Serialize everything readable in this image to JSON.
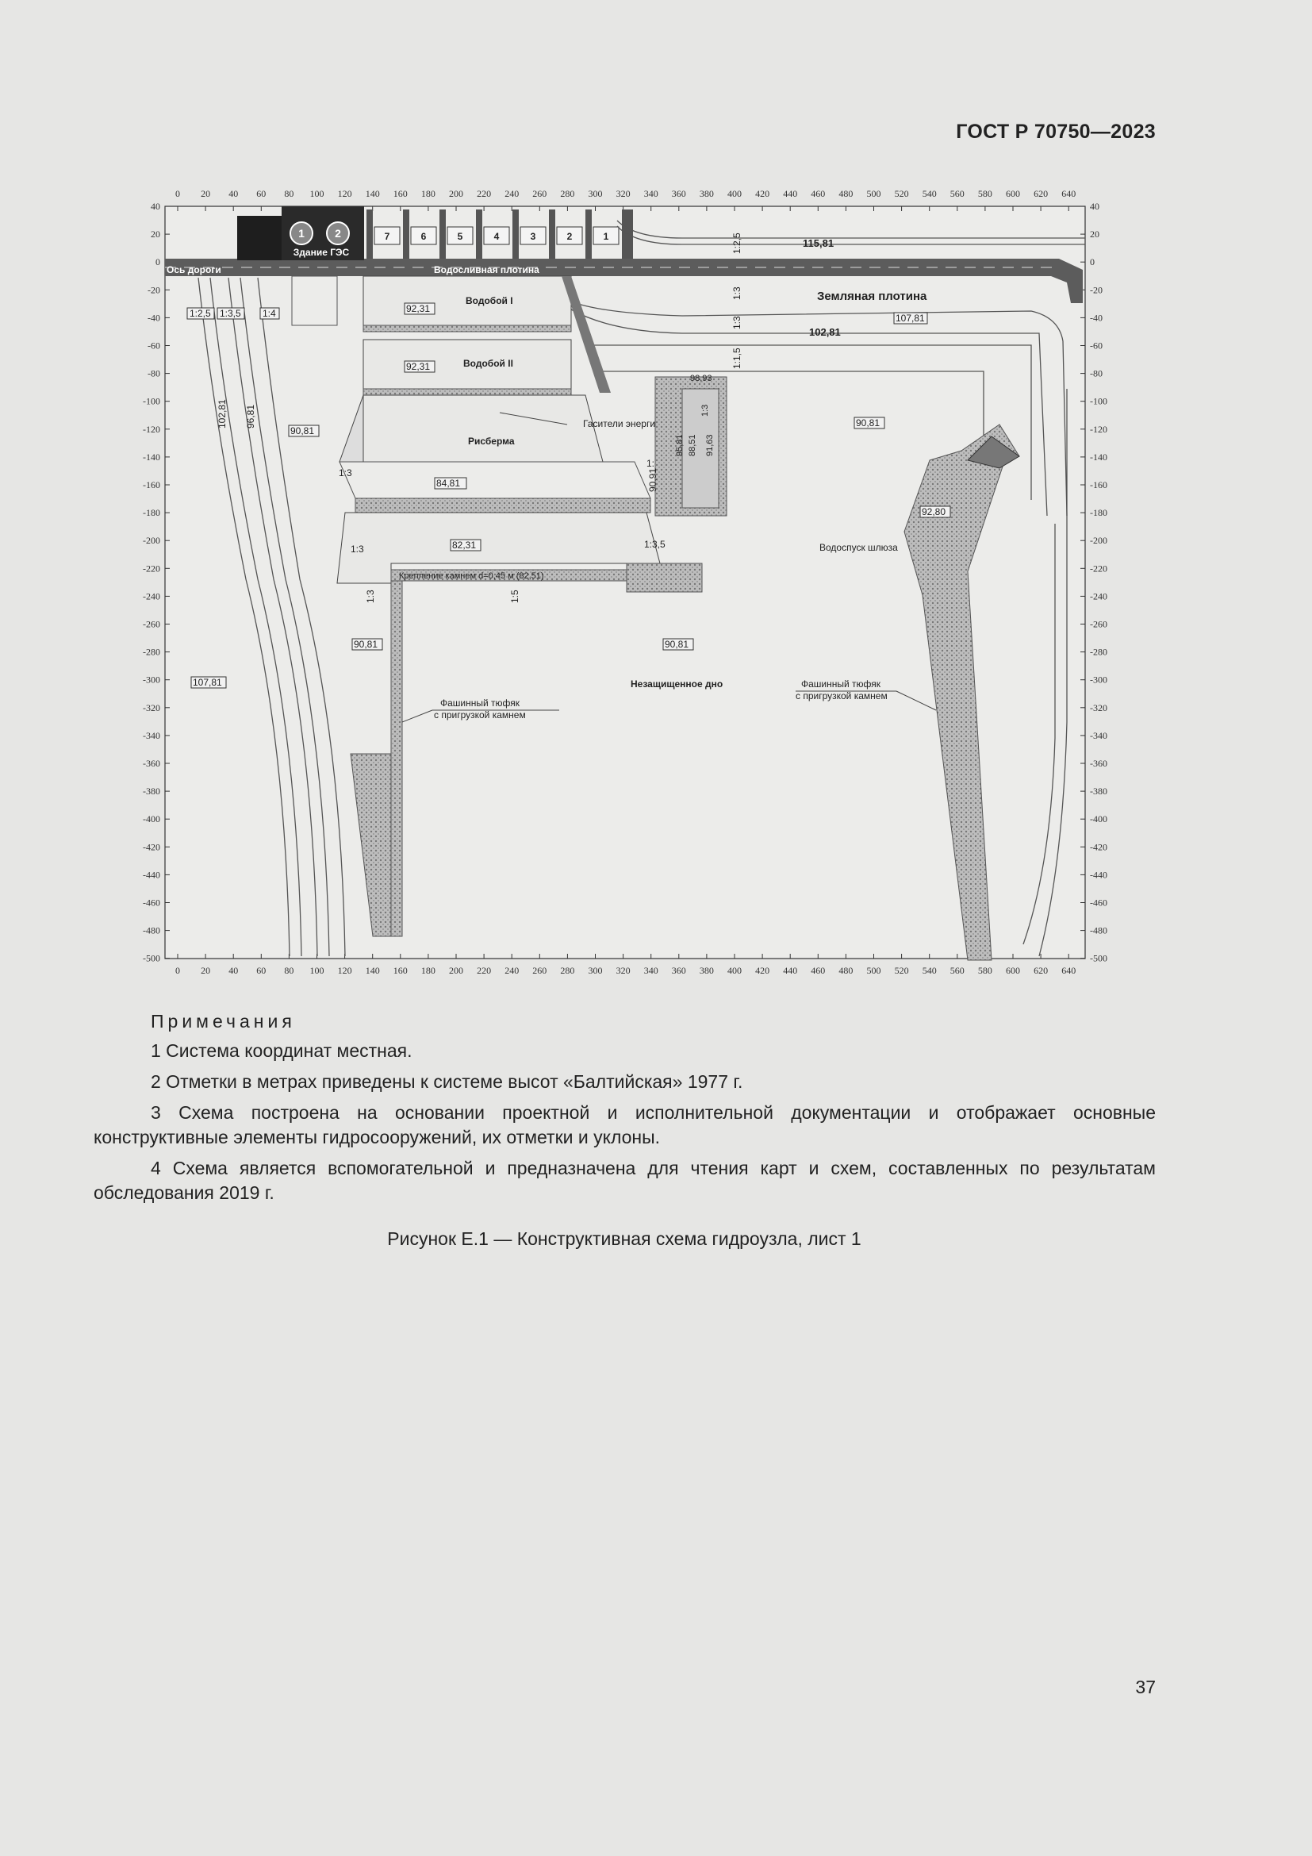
{
  "header": {
    "doc_id": "ГОСТ Р 70750—2023"
  },
  "diagram": {
    "x_ticks": [
      "0",
      "20",
      "40",
      "60",
      "80",
      "100",
      "120",
      "140",
      "160",
      "180",
      "200",
      "220",
      "240",
      "260",
      "280",
      "300",
      "320",
      "340",
      "360",
      "380",
      "400",
      "420",
      "440",
      "460",
      "480",
      "500",
      "520",
      "540",
      "560",
      "580",
      "600",
      "620",
      "640"
    ],
    "y_ticks": [
      "40",
      "20",
      "0",
      "-20",
      "-40",
      "-60",
      "-80",
      "-100",
      "-120",
      "-140",
      "-160",
      "-180",
      "-200",
      "-220",
      "-240",
      "-260",
      "-280",
      "-300",
      "-320",
      "-340",
      "-360",
      "-380",
      "-400",
      "-420",
      "-440",
      "-460",
      "-480",
      "-500"
    ],
    "units": [
      "1",
      "2"
    ],
    "spillway_bays": [
      "7",
      "6",
      "5",
      "4",
      "3",
      "2",
      "1"
    ],
    "labels": {
      "building": "Здание ГЭС",
      "road_axis": "Ось дороги",
      "spillway_dam": "Водосливная плотина",
      "earth_dam": "Земляная плотина",
      "stilling_basin_1": "Водобой I",
      "stilling_basin_2": "Водобой II",
      "energy_dissipators": "Гасители энергии",
      "apron": "Рисберма",
      "stone_lining": "Крепление камнем d=0,45 м (82,51)",
      "unprotected_bottom": "Незащищенное дно",
      "fascine_left_1": "Фашинный тюфяк",
      "fascine_left_2": "с пригрузкой камнем",
      "fascine_right_1": "Фашинный тюфяк",
      "fascine_right_2": "с пригрузкой камнем",
      "lock_outlet": "Водоспуск шлюза"
    },
    "elevations": {
      "e115_81": "115,81",
      "e107_81_top": "107,81",
      "e102_81_right": "102,81",
      "e92_31_a": "92,31",
      "e92_31_b": "92,31",
      "e90_81_left": "90,81",
      "e90_81_right": "90,81",
      "e84_81": "84,81",
      "e82_31": "82,31",
      "e90_81_bottom_left": "90,81",
      "e90_81_bottom_mid": "90,81",
      "e107_81_left": "107,81",
      "e92_80": "92,80",
      "e102_81_left": "102,81",
      "e96_81": "96,81",
      "e98_93": "98,93",
      "e90_91": "90,91",
      "e95_81": "95,81",
      "e88_51": "88,51",
      "e91_63": "91,63"
    },
    "slopes": {
      "s1_2_5_left": "1:2,5",
      "s1_3_5_left": "1:3,5",
      "s1_4": "1:4",
      "s1_2_5_top": "1:2,5",
      "s1_3_top": "1:3",
      "s1_3_b": "1:3",
      "s1_1_5": "1:1,5",
      "s1_3_apron": "1:3",
      "s1_3_mid": "1:3",
      "s1_3_low": "1:3",
      "s1_3_5_right": "1:3,5",
      "s1_3_vert": "1:3",
      "s1_5": "1:5",
      "s1_3_ring": "1:3"
    }
  },
  "notes": {
    "title": "Примечания",
    "items": [
      "1 Система координат местная.",
      "2 Отметки в метрах приведены к системе высот «Балтийская» 1977 г.",
      "3 Схема построена на основании проектной и исполнительной документации и отображает основные конструктивные элементы гидросооружений, их отметки и уклоны.",
      "4 Схема является вспомогательной и предназначена для чтения карт и схем, составленных по результатам обследования 2019 г."
    ]
  },
  "caption": "Рисунок Е.1 — Конструктивная схема гидроузла, лист 1",
  "page_number": "37"
}
